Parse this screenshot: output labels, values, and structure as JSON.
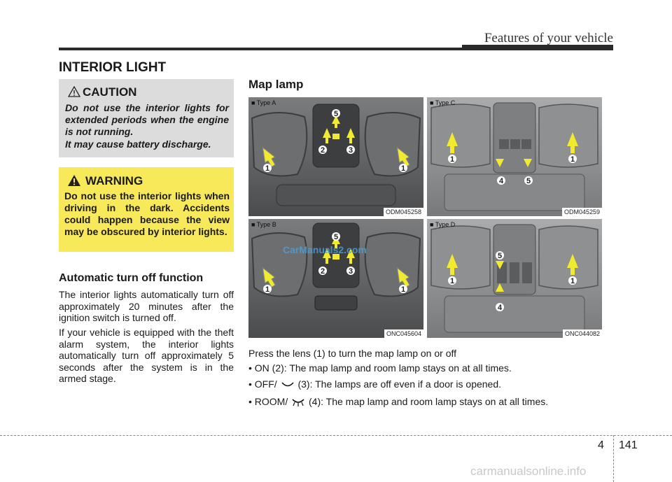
{
  "header": {
    "title": "Features of your vehicle"
  },
  "section_title": "INTERIOR LIGHT",
  "caution": {
    "title": "CAUTION",
    "text1": "Do not use the interior lights for extended periods when the engine is not running.",
    "text2": "It may cause battery discharge."
  },
  "warning": {
    "title": "WARNING",
    "text": "Do not use the interior lights when driving in the dark. Accidents could happen because the view may be obscured by interior lights."
  },
  "auto_off": {
    "heading": "Automatic turn off function",
    "p1": "The interior lights automatically turn off approximately 20 minutes after the ignition switch is turned off.",
    "p2": "If your vehicle is equipped with the theft alarm system, the interior lights automatically turn off approximately 5 seconds after the system is in the armed stage."
  },
  "map_lamp": {
    "heading": "Map lamp",
    "figures": [
      {
        "type": "■ Type A",
        "code": "ODM045258",
        "labels": [
          "1",
          "1",
          "2",
          "3",
          "5"
        ]
      },
      {
        "type": "■ Type C",
        "code": "ODM045259",
        "labels": [
          "1",
          "1",
          "4",
          "5"
        ]
      },
      {
        "type": "■ Type B",
        "code": "ONC045604",
        "labels": [
          "1",
          "1",
          "2",
          "3",
          "5"
        ]
      },
      {
        "type": "■ Type D",
        "code": "ONC044082",
        "labels": [
          "1",
          "1",
          "4",
          "5"
        ]
      }
    ],
    "intro": "Press the lens (1) to turn the map lamp on or off",
    "bullet_on": "• ON (2): The map lamp and room lamp stays on at all times.",
    "bullet_off_pre": "• OFF/",
    "bullet_off_post": "(3): The lamps are off even if a door is opened.",
    "bullet_room_pre": "• ROOM/",
    "bullet_room_post": "(4): The map lamp and room lamp stays on at all times."
  },
  "watermark": "CarManuals2.com",
  "footer": {
    "chapter": "4",
    "page": "141"
  },
  "bottom_watermark": "carmanualsonline.info",
  "colors": {
    "arrow": "#f2ea2e",
    "warning_bg": "#f7e95a",
    "caution_bg": "#dcdcdc"
  }
}
